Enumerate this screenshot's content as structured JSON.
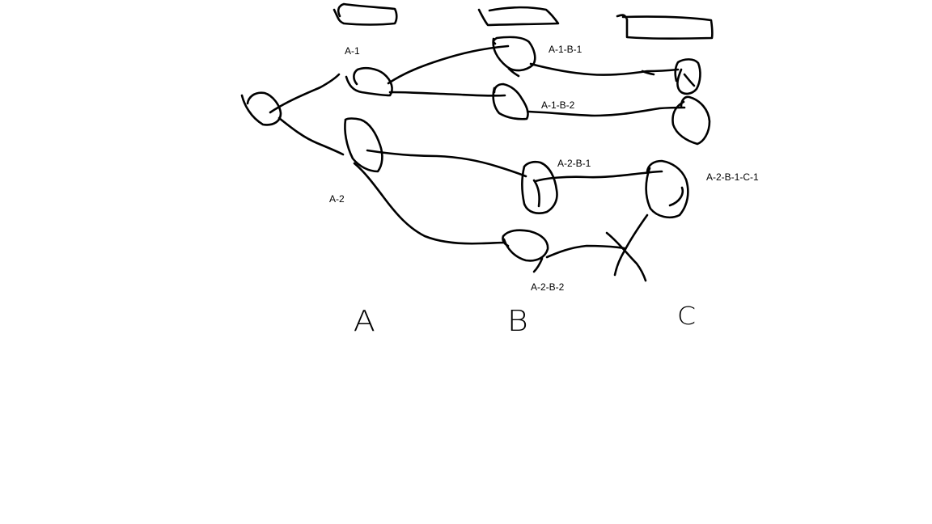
{
  "diagram": {
    "stroke_color": "#000000",
    "background": "#ffffff",
    "node_labels": {
      "a1": "A-1",
      "a2": "A-2",
      "a1b1": "A-1-B-1",
      "a1b2": "A-1-B-2",
      "a2b1": "A-2-B-1",
      "a2b2": "A-2-B-2",
      "a2b1c1": "A-2-B-1-C-1"
    },
    "columns": [
      "A",
      "B",
      "C"
    ]
  }
}
